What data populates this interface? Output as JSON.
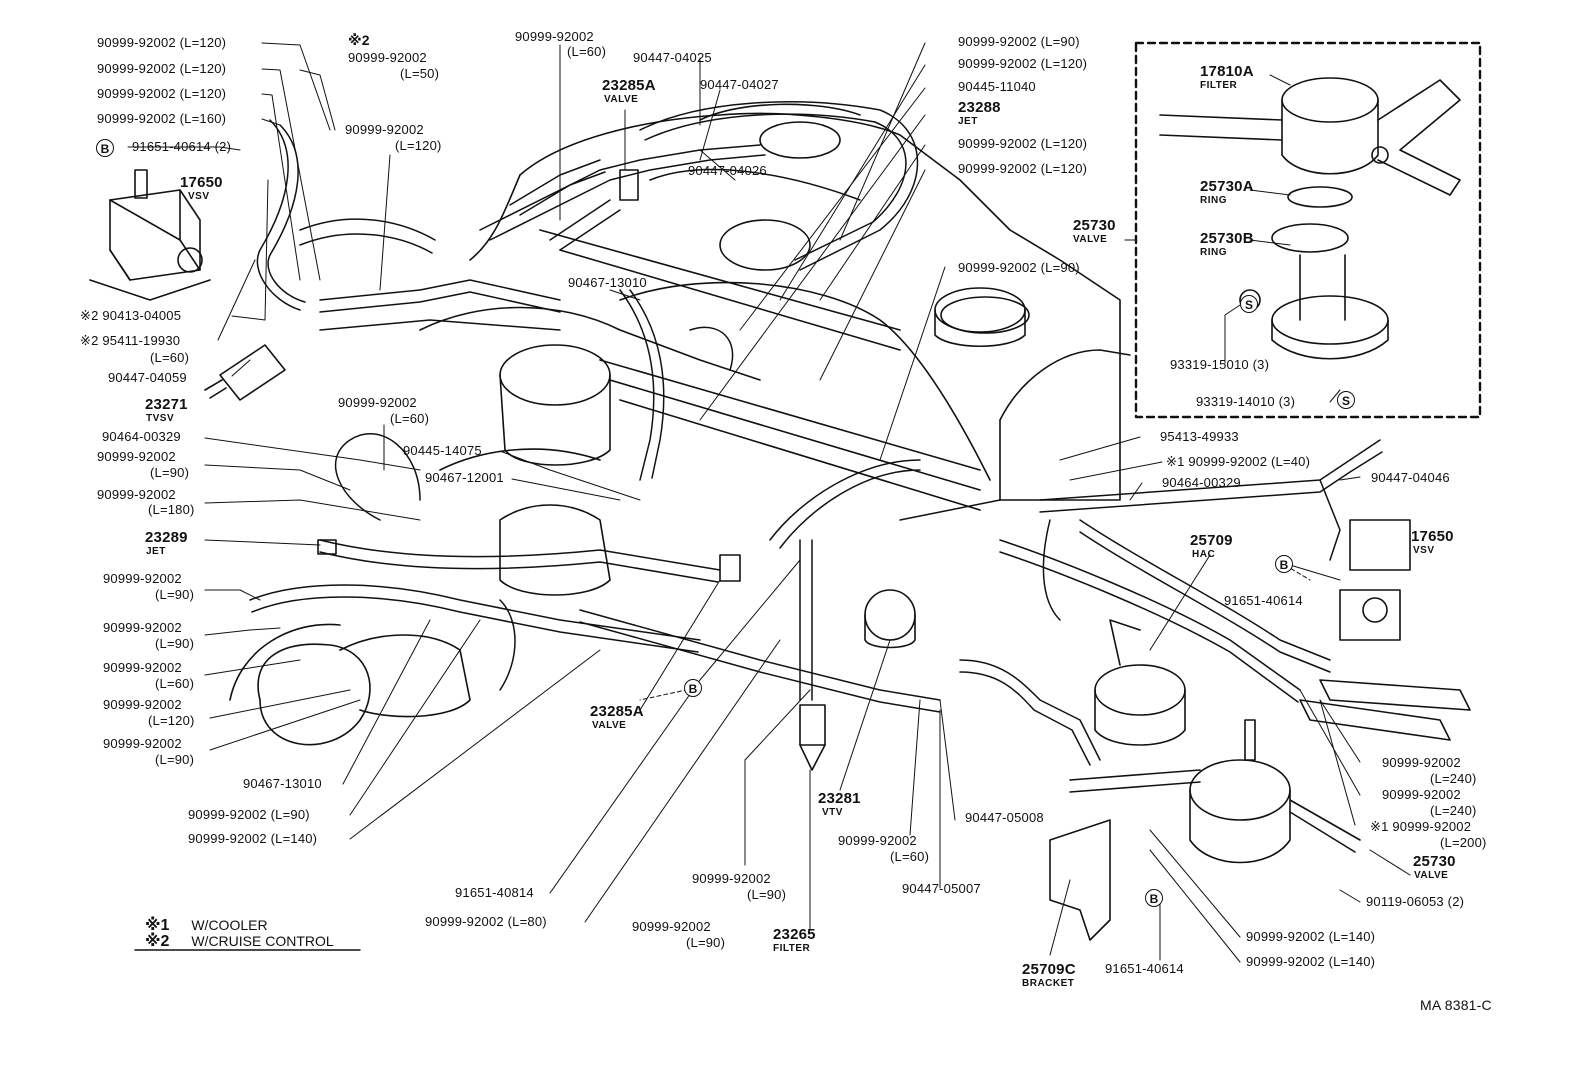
{
  "drawing_id": "MA 8381-C",
  "legend": [
    {
      "mark": "※1",
      "text": "W/COOLER"
    },
    {
      "mark": "※2",
      "text": "W/CRUISE CONTROL"
    }
  ],
  "labels": {
    "l01": "90999-92002 (L=120)",
    "l02": "90999-92002 (L=120)",
    "l03": "90999-92002 (L=120)",
    "l04": "90999-92002 (L=160)",
    "l05": "91651-40614 (2)",
    "l06": "※2",
    "l07": "90999-92002",
    "l08": "(L=50)",
    "l09": "90999-92002",
    "l10": "(L=120)",
    "l11": "17650",
    "l12": "VSV",
    "l13": "※2 90413-04005",
    "l14": "※2 95411-19930",
    "l15": "(L=60)",
    "l16": "90447-04059",
    "l17": "23271",
    "l18": "TVSV",
    "l19": "90999-92002",
    "l20": "(L=60)",
    "l21": "90464-00329",
    "l22": "90999-92002",
    "l23": "(L=90)",
    "l24": "90999-92002",
    "l25": "(L=180)",
    "l26": "23289",
    "l27": "JET",
    "l28": "90999-92002",
    "l29": "(L=90)",
    "l30": "90999-92002",
    "l31": "(L=90)",
    "l32": "90999-92002",
    "l33": "(L=60)",
    "l34": "90999-92002",
    "l35": "(L=120)",
    "l36": "90999-92002",
    "l37": "(L=90)",
    "l38": "90467-13010",
    "l39": "90999-92002 (L=90)",
    "l40": "90999-92002 (L=140)",
    "l41": "91651-40814",
    "l42": "90999-92002 (L=80)",
    "l43": "90999-92002",
    "l44": "(L=60)",
    "l45": "90447-04025",
    "l46": "23285A",
    "l47": "VALVE",
    "l48": "90447-04027",
    "l49": "90447-04026",
    "l50": "90467-13010",
    "l51": "90445-14075",
    "l52": "90467-12001",
    "l53": "23285A",
    "l54": "VALVE",
    "l55": "90999-92002",
    "l56": "(L=90)",
    "l57": "23265",
    "l58": "FILTER",
    "l59": "23281",
    "l60": "VTV",
    "l61": "90999-92002",
    "l62": "(L=90)",
    "l63": "90999-92002",
    "l64": "(L=60)",
    "l65": "90447-05007",
    "l66": "90447-05008",
    "l67": "90999-92002 (L=90)",
    "l68": "90999-92002 (L=120)",
    "l69": "90445-11040",
    "l70": "23288",
    "l71": "JET",
    "l72": "90999-92002 (L=120)",
    "l73": "90999-92002 (L=120)",
    "l74": "90999-92002 (L=90)",
    "l75": "95413-49933",
    "l76": "※1 90999-92002 (L=40)",
    "l77": "90464-00329",
    "l78": "90447-04046",
    "l79": "25709",
    "l80": "HAC",
    "l81": "91651-40614",
    "l82": "17650",
    "l83": "VSV",
    "l84": "90999-92002",
    "l85": "(L=240)",
    "l86": "90999-92002",
    "l87": "(L=240)",
    "l88": "※1 90999-92002",
    "l89": "(L=200)",
    "l90": "25730",
    "l91": "VALVE",
    "l92": "90119-06053 (2)",
    "l93": "90999-92002 (L=140)",
    "l94": "90999-92002 (L=140)",
    "l95": "91651-40614",
    "l96": "25709C",
    "l97": "BRACKET",
    "l98": "17810A",
    "l99": "FILTER",
    "l100": "25730A",
    "l101": "RING",
    "l102": "25730B",
    "l103": "RING",
    "l104": "25730",
    "l105": "VALVE",
    "l106": "93319-15010 (3)",
    "l107": "93319-14010 (3)"
  },
  "callouts": {
    "b1": "B",
    "b2": "B",
    "b3": "B",
    "b4": "B",
    "s1": "S",
    "s2": "S"
  }
}
